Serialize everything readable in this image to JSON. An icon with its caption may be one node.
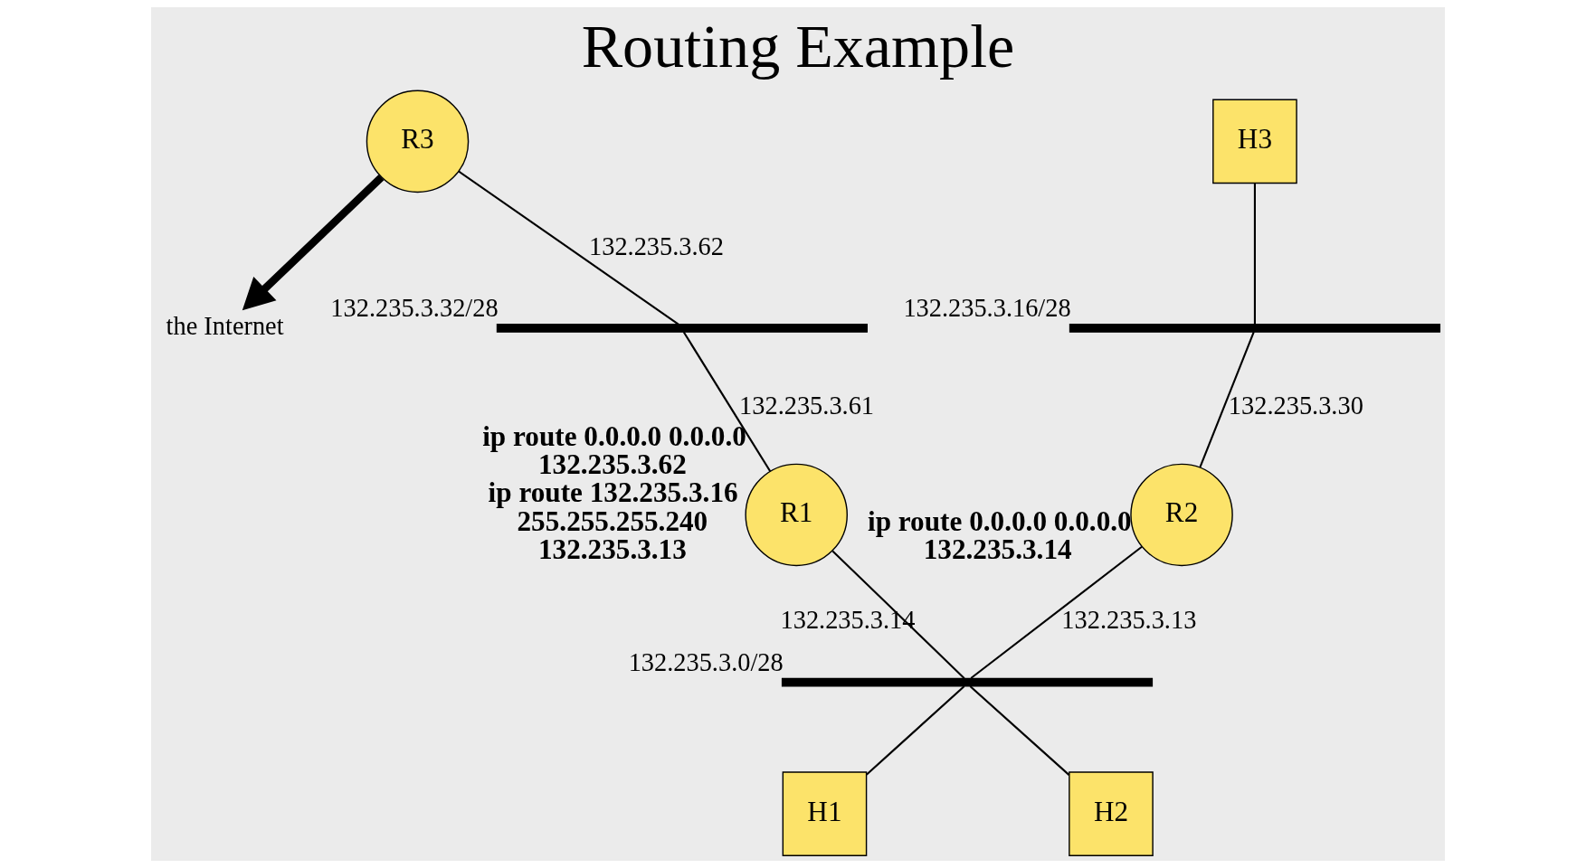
{
  "diagram": {
    "title": "Routing Example",
    "nodes": [
      {
        "text": [
          "the Internet"
        ]
      },
      {
        "text": [
          "R3"
        ]
      },
      {
        "text": [],
        "shape": "bar",
        "beside": [
          "132.235.3.32/28"
        ]
      },
      {
        "text": [],
        "shape": "bar",
        "beside": [
          "132.235.3.16/28"
        ]
      },
      {
        "text": [
          "H3"
        ]
      },
      {
        "text": [
          "R1"
        ],
        "beside": [
          "ip route 0.0.0.0 0.0.0.0 132.235.3.62",
          "ip route 132.235.3.16 255.255.255.240 132.235.3.13"
        ]
      },
      {
        "text": [
          "R2"
        ],
        "beside": [
          "ip route 0.0.0.0 0.0.0.0 132.235.3.14"
        ]
      },
      {
        "text": [],
        "shape": "bar",
        "beside": [
          "132.235.3.0/28"
        ]
      },
      {
        "text": [
          "H1"
        ]
      },
      {
        "text": [
          "H2"
        ]
      }
    ],
    "edges": [
      {
        "from": 1,
        "to": 0,
        "arrow": "to",
        "style": "thick"
      },
      {
        "from": 1,
        "to": 2,
        "arrow": "none",
        "label": "132.235.3.62"
      },
      {
        "from": 2,
        "to": 5,
        "arrow": "none",
        "label": "132.235.3.61"
      },
      {
        "from": 4,
        "to": 3,
        "arrow": "none"
      },
      {
        "from": 3,
        "to": 6,
        "arrow": "none",
        "label": "132.235.3.30"
      },
      {
        "from": 5,
        "to": 7,
        "arrow": "none",
        "label": "132.235.3.14"
      },
      {
        "from": 6,
        "to": 7,
        "arrow": "none",
        "label": "132.235.3.13"
      },
      {
        "from": 7,
        "to": 8,
        "arrow": "none"
      },
      {
        "from": 7,
        "to": 9,
        "arrow": "none"
      }
    ]
  }
}
